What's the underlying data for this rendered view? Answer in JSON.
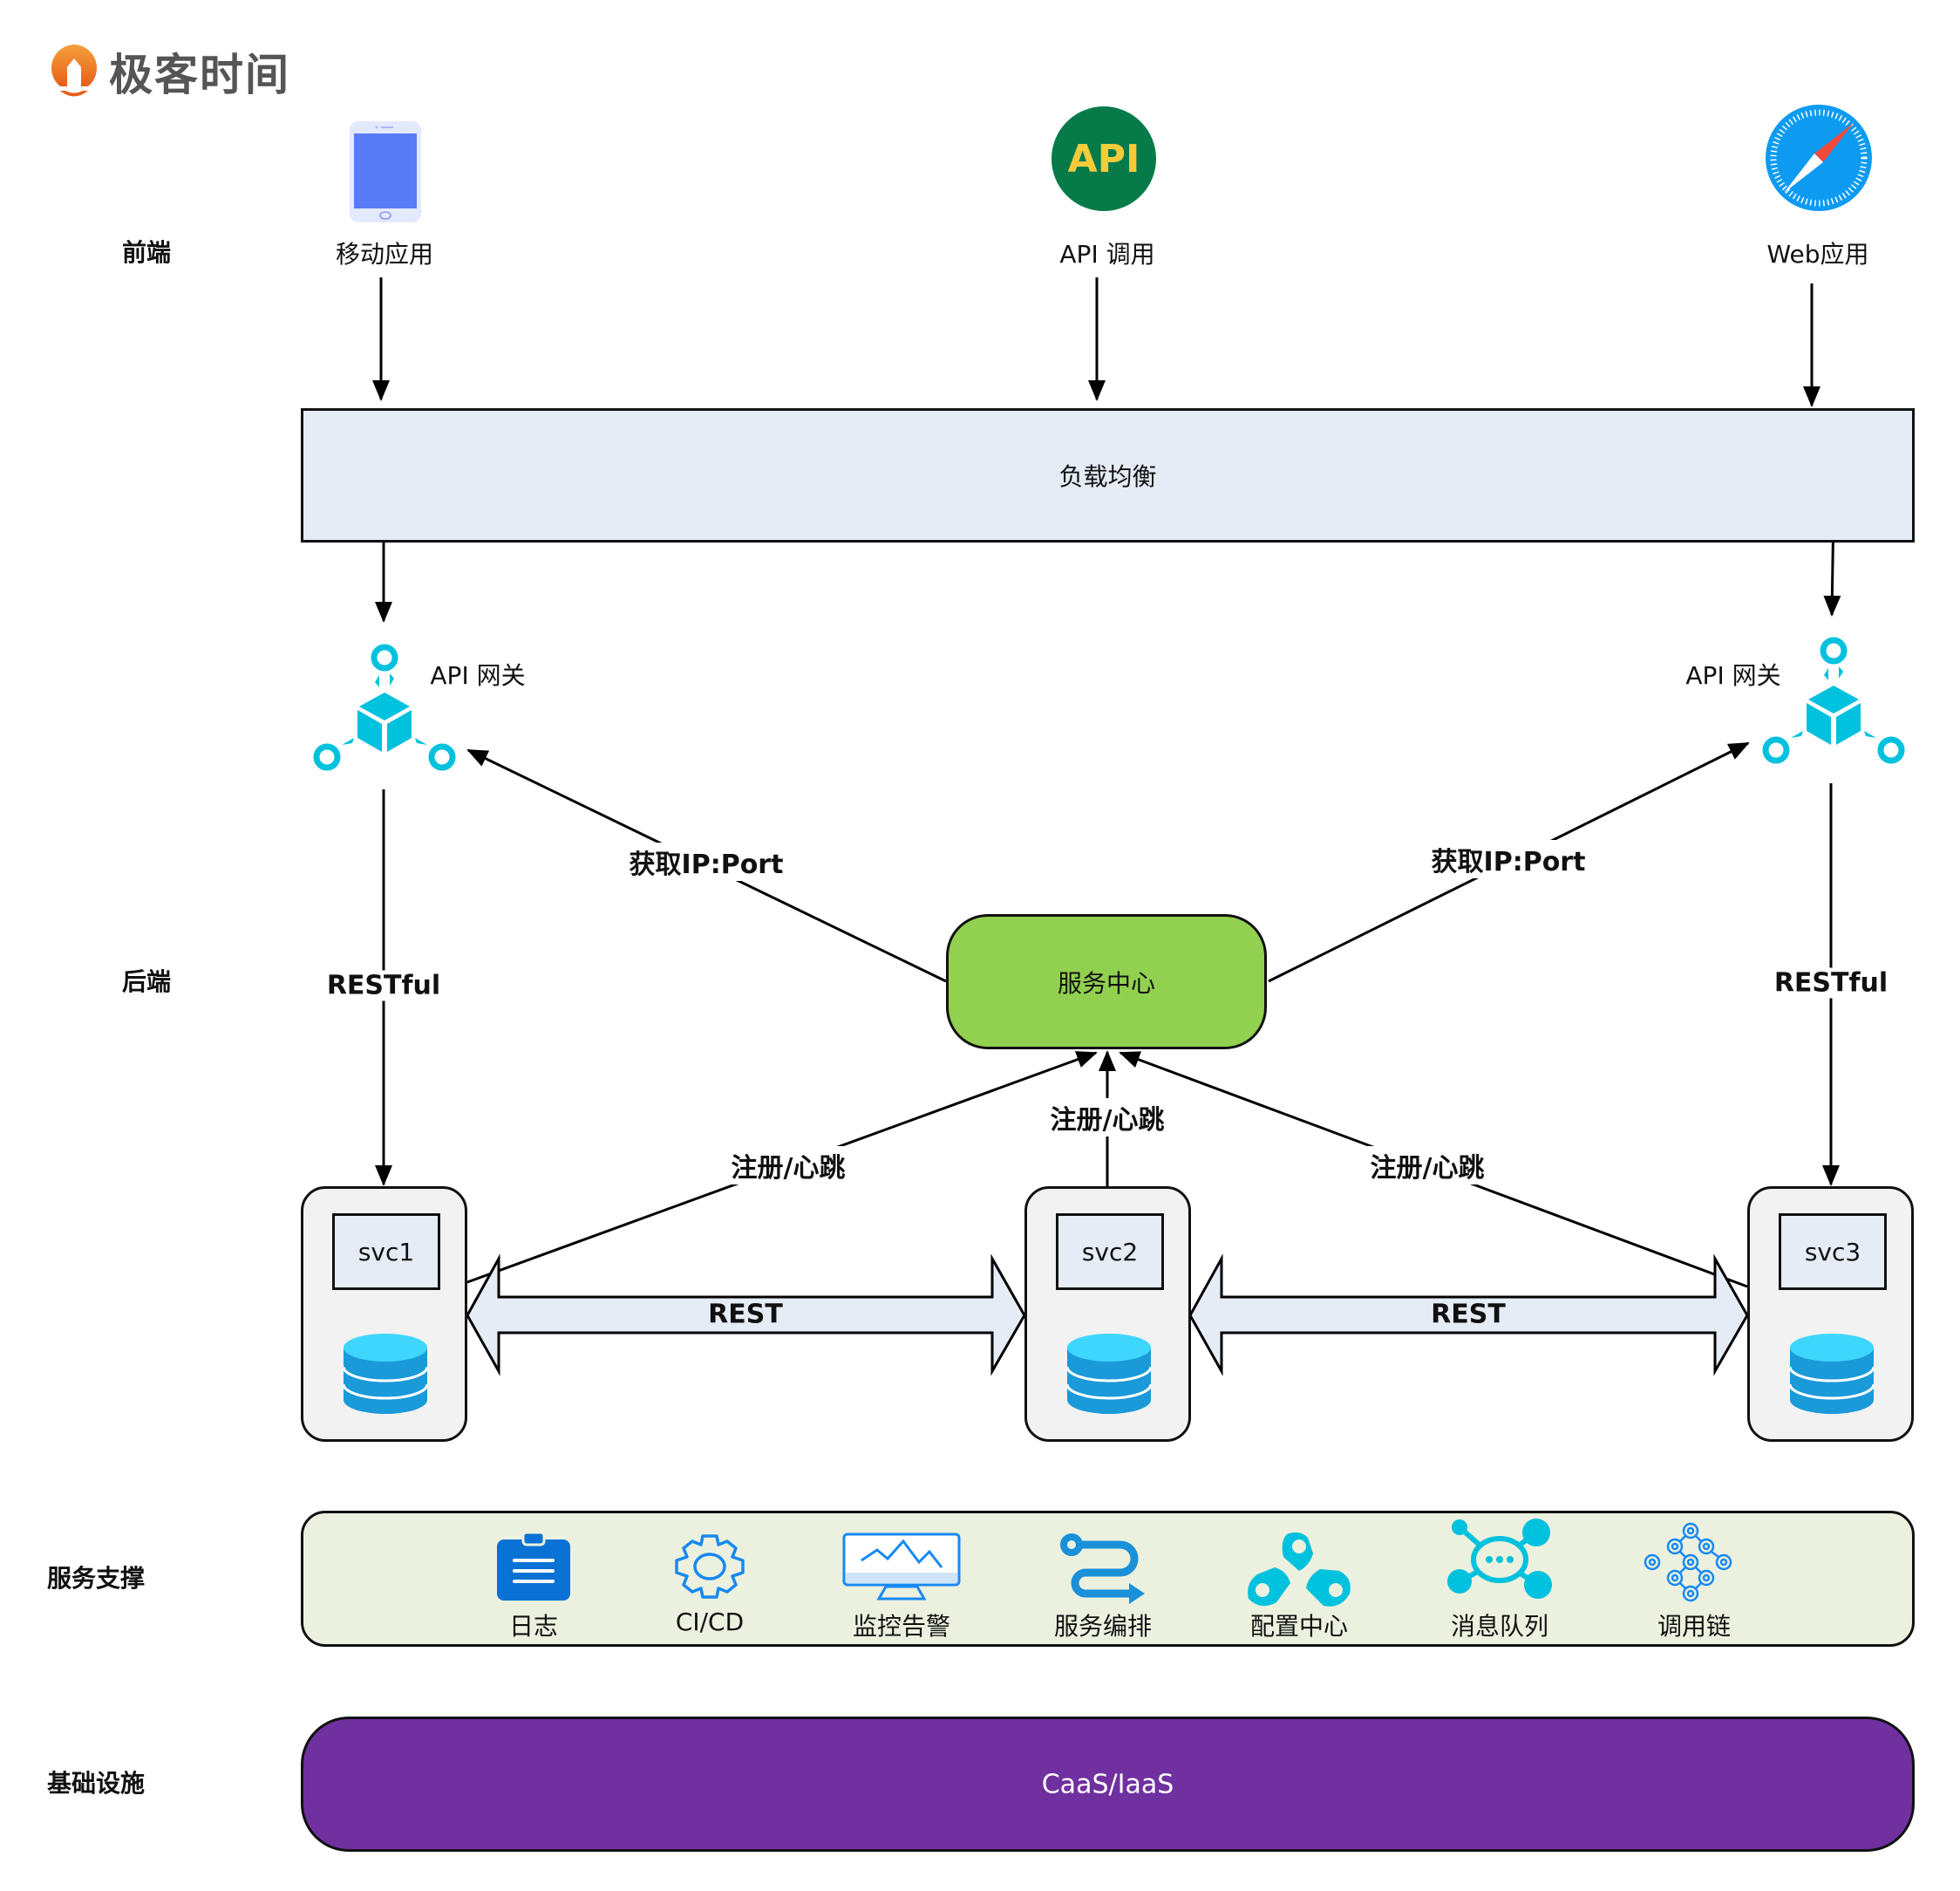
{
  "brand": {
    "name": "极客时间",
    "logo_color": "#f07c1a"
  },
  "layers": {
    "frontend": "前端",
    "backend": "后端",
    "support": "服务支撑",
    "infrastructure": "基础设施"
  },
  "frontend": {
    "clients": [
      {
        "label": "移动应用",
        "icon": "mobile-phone-icon"
      },
      {
        "label": "API 调用",
        "icon": "api-icon",
        "icon_text": "API"
      },
      {
        "label": "Web应用",
        "icon": "safari-compass-icon"
      }
    ]
  },
  "load_balancer": {
    "label": "负载均衡",
    "fill": "#e6ecf6"
  },
  "gateways": [
    {
      "label": "API 网关",
      "icon": "api-gateway-cube-icon"
    },
    {
      "label": "API 网关",
      "icon": "api-gateway-cube-icon"
    }
  ],
  "service_center": {
    "label": "服务中心",
    "fill": "#92d050"
  },
  "edges": {
    "discovery_left": "获取IP:Port",
    "discovery_right": "获取IP:Port",
    "restful_left": "RESTful",
    "restful_right": "RESTful",
    "register_left": "注册/心跳",
    "register_center": "注册/心跳",
    "register_right": "注册/心跳",
    "rest_1_2": "REST",
    "rest_2_3": "REST"
  },
  "services": [
    {
      "name": "svc1",
      "icon": "database-icon"
    },
    {
      "name": "svc2",
      "icon": "database-icon"
    },
    {
      "name": "svc3",
      "icon": "database-icon"
    }
  ],
  "support_services": {
    "fill": "#ebf1de",
    "items": [
      {
        "label": "日志",
        "icon": "log-clipboard-icon"
      },
      {
        "label": "CI/CD",
        "icon": "gear-icon"
      },
      {
        "label": "监控告警",
        "icon": "monitor-chart-icon"
      },
      {
        "label": "服务编排",
        "icon": "route-arrow-icon"
      },
      {
        "label": "配置中心",
        "icon": "config-chain-icon"
      },
      {
        "label": "消息队列",
        "icon": "message-queue-icon"
      },
      {
        "label": "调用链",
        "icon": "call-chain-icon"
      }
    ]
  },
  "infrastructure": {
    "label": "CaaS/IaaS",
    "fill": "#7030a0"
  }
}
